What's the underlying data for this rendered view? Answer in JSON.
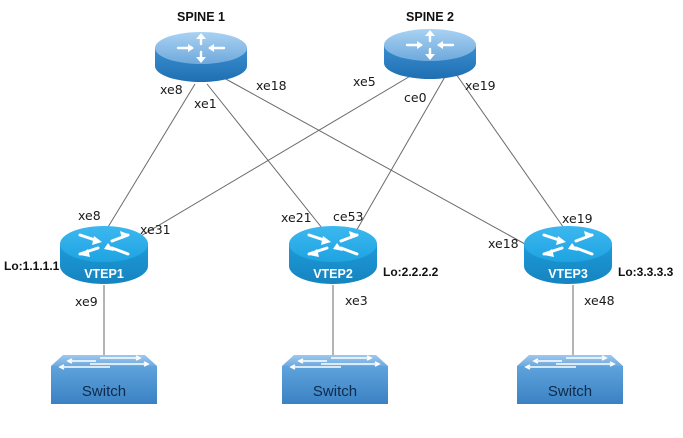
{
  "diagram": {
    "spines": [
      {
        "id": "spine1",
        "title": "SPINE 1"
      },
      {
        "id": "spine2",
        "title": "SPINE 2"
      }
    ],
    "vteps": [
      {
        "id": "vtep1",
        "name": "VTEP1",
        "loopback": "Lo:1.1.1.1"
      },
      {
        "id": "vtep2",
        "name": "VTEP2",
        "loopback": "Lo:2.2.2.2"
      },
      {
        "id": "vtep3",
        "name": "VTEP3",
        "loopback": "Lo:3.3.3.3"
      }
    ],
    "switches": [
      {
        "id": "switch1",
        "label": "Switch"
      },
      {
        "id": "switch2",
        "label": "Switch"
      },
      {
        "id": "switch3",
        "label": "Switch"
      }
    ],
    "links": [
      {
        "from": "spine1",
        "to": "vtep1",
        "from_port": "xe8",
        "to_port": "xe8"
      },
      {
        "from": "spine1",
        "to": "vtep2",
        "from_port": "xe1",
        "to_port": "xe21"
      },
      {
        "from": "spine1",
        "to": "vtep3",
        "from_port": "xe18",
        "to_port": "xe18"
      },
      {
        "from": "spine2",
        "to": "vtep1",
        "from_port": "xe5",
        "to_port": "xe31"
      },
      {
        "from": "spine2",
        "to": "vtep2",
        "from_port": "ce0",
        "to_port": "ce53"
      },
      {
        "from": "spine2",
        "to": "vtep3",
        "from_port": "xe19",
        "to_port": "xe19"
      },
      {
        "from": "vtep1",
        "to": "switch1",
        "from_port": "xe9",
        "to_port": ""
      },
      {
        "from": "vtep2",
        "to": "switch2",
        "from_port": "xe3",
        "to_port": ""
      },
      {
        "from": "vtep3",
        "to": "switch3",
        "from_port": "xe48",
        "to_port": ""
      }
    ],
    "colors": {
      "spine_top": "#8cbfe8",
      "spine_body": "#2a7fc4",
      "vtep_top": "#29a9e6",
      "vtep_body": "#1a93d2",
      "switch_top": "#7fb6e6",
      "switch_body": "#4f95d4",
      "link": "#6a6a6a"
    }
  }
}
